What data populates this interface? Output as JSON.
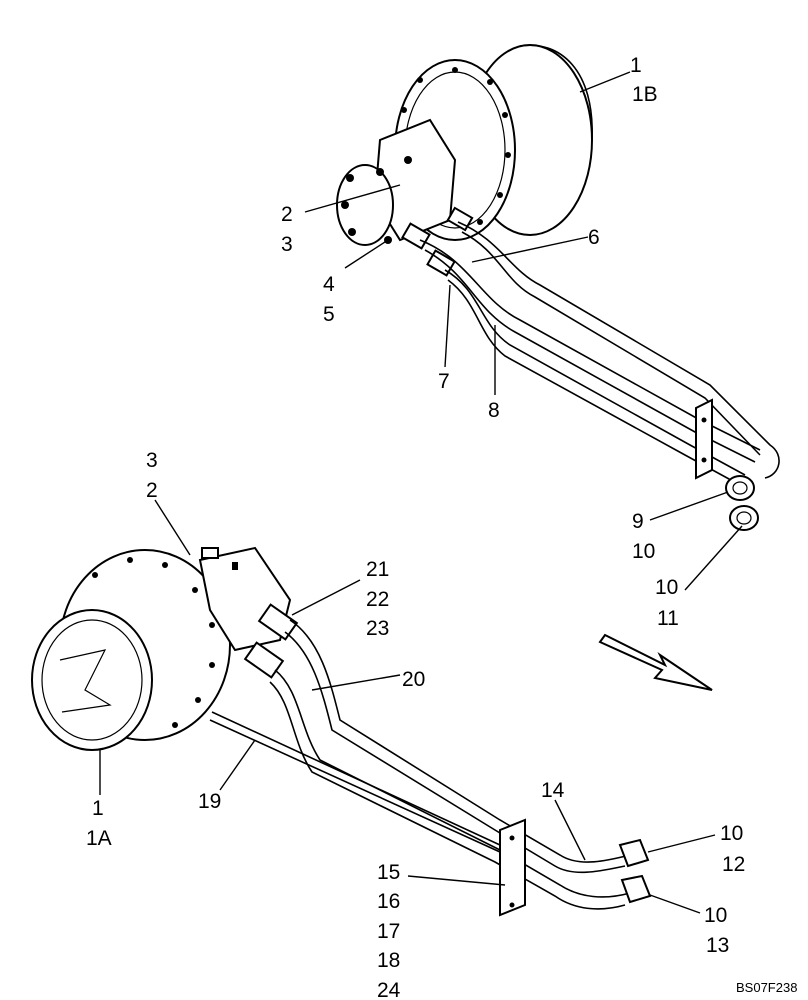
{
  "figure_code": "BS07F238",
  "callouts": {
    "c1_top": [
      "1",
      "1B"
    ],
    "c2_top": [
      "2",
      "3"
    ],
    "c4": [
      "4",
      "5"
    ],
    "c6": [
      "6"
    ],
    "c7": [
      "7"
    ],
    "c8": [
      "8"
    ],
    "c9": [
      "9",
      "10"
    ],
    "c10_top": [
      "10",
      "11"
    ],
    "c3_bottom": [
      "3",
      "2"
    ],
    "c21": [
      "21",
      "22",
      "23"
    ],
    "c20": [
      "20"
    ],
    "c19": [
      "19"
    ],
    "c1_bottom": [
      "1",
      "1A"
    ],
    "c14": [
      "14"
    ],
    "c15": [
      "15",
      "16",
      "17",
      "18",
      "24"
    ],
    "c10_bottom_a": [
      "10",
      "12"
    ],
    "c10_bottom_b": [
      "10",
      "13"
    ]
  }
}
